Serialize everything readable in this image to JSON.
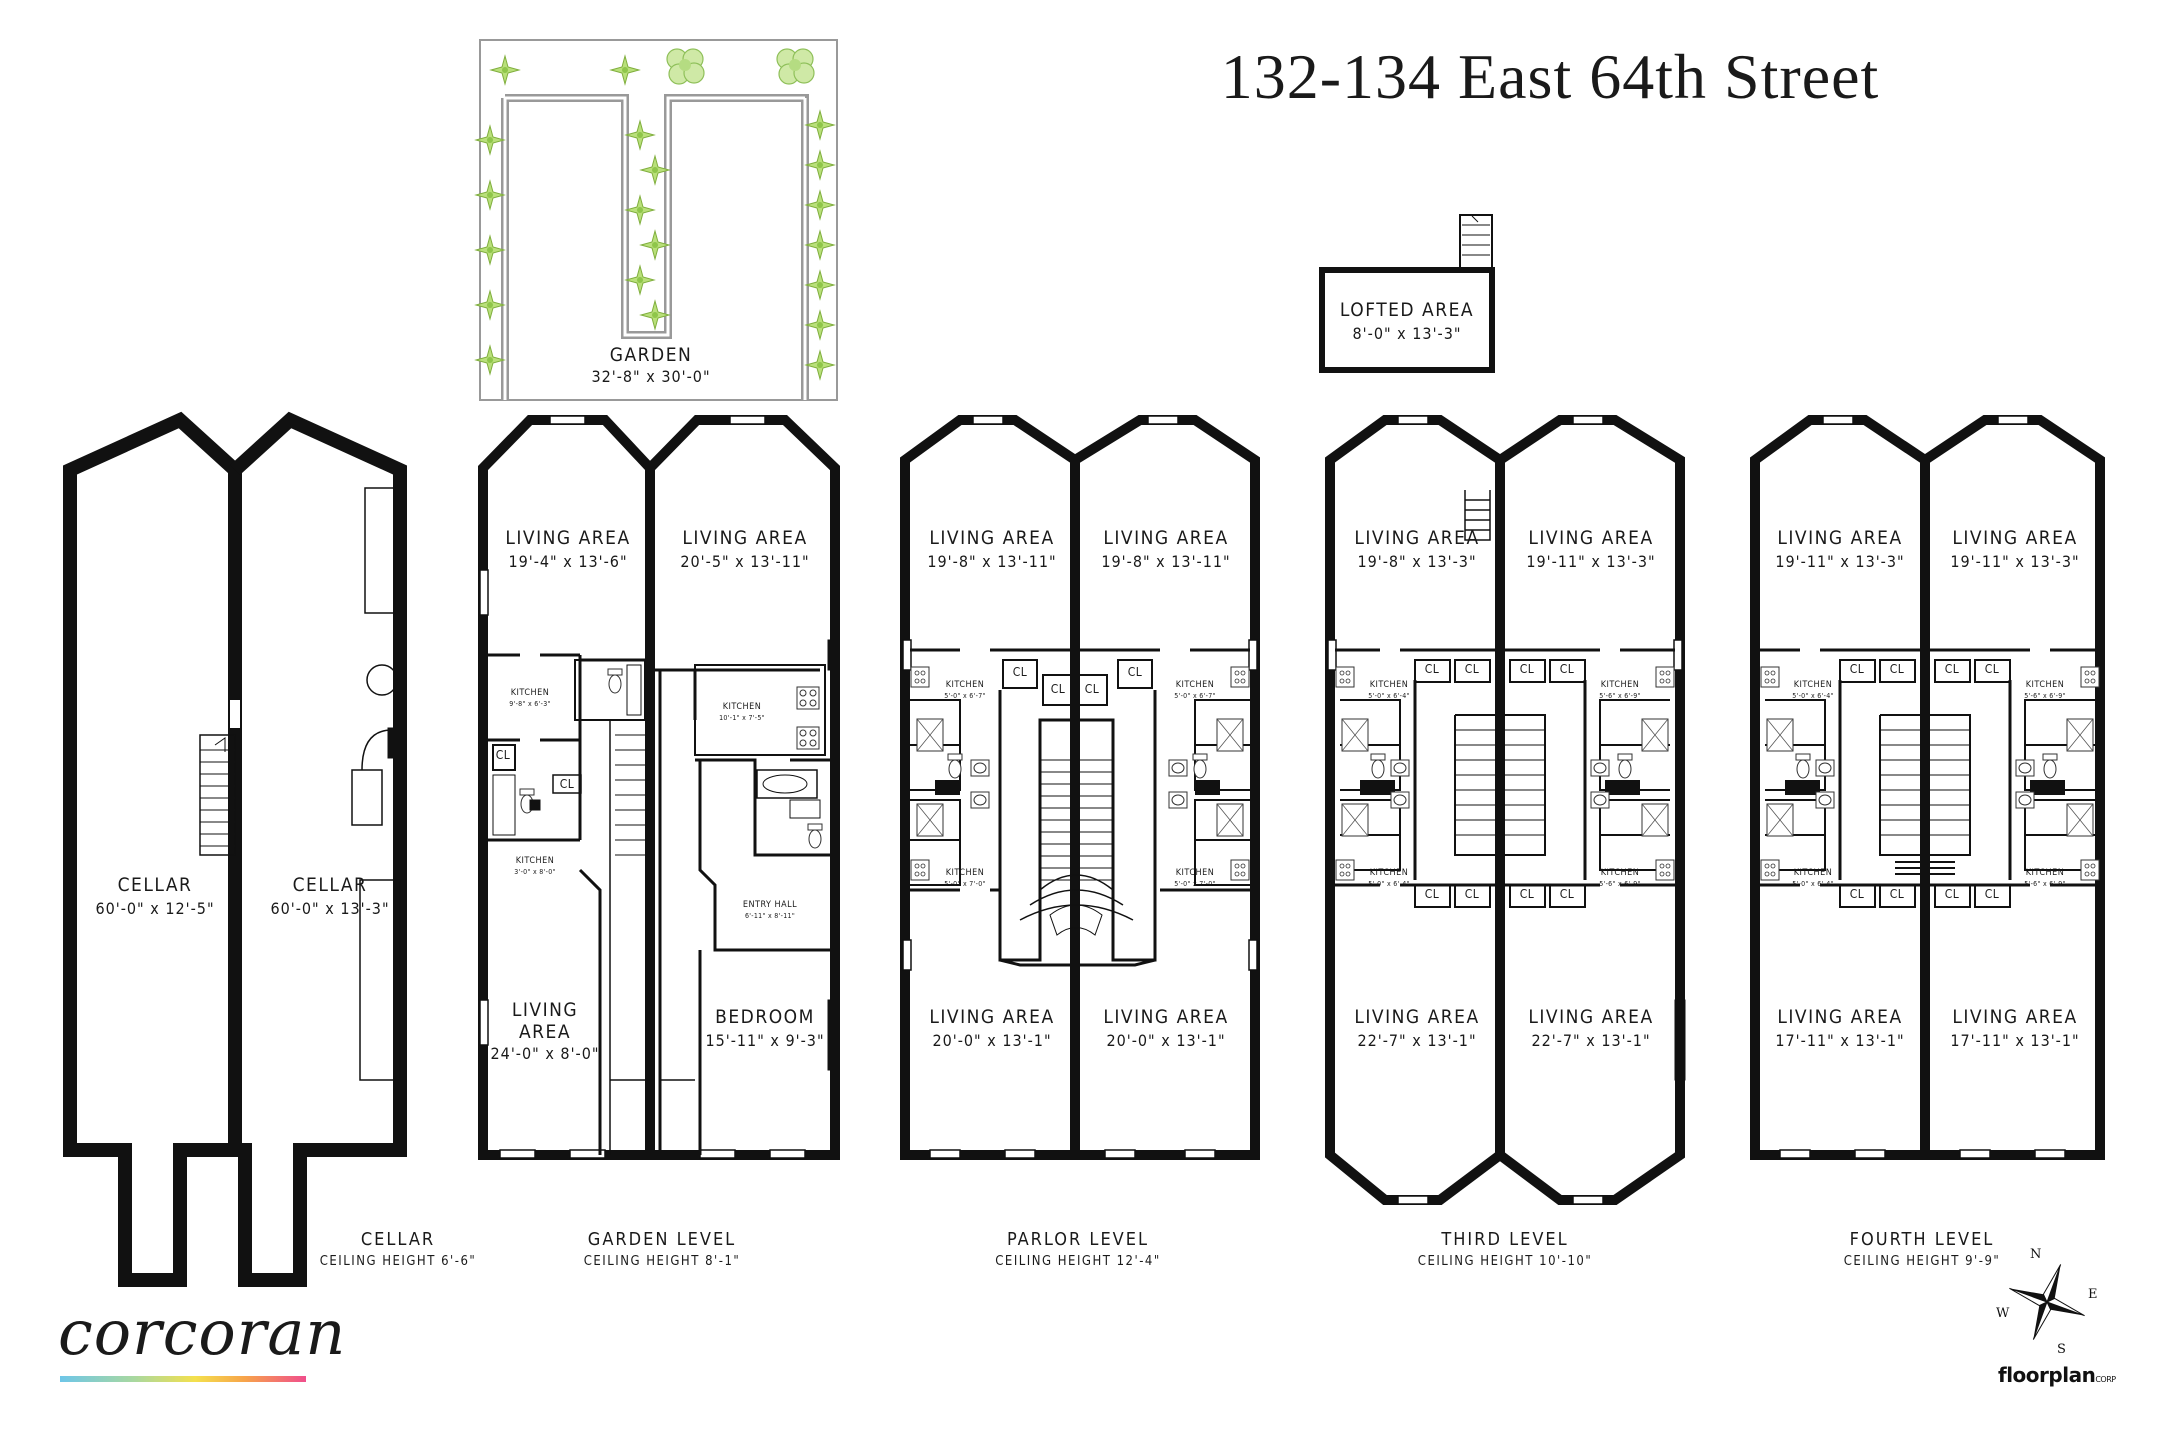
{
  "title": "132-134 East 64th Street",
  "brand": {
    "name": "corcoran",
    "floorplan": "floorplan",
    "floorplan_suffix": "CORP"
  },
  "compass": {
    "n": "N",
    "e": "E",
    "s": "S",
    "w": "W"
  },
  "common": {
    "cl": "CL",
    "kitchen": "KITCHEN",
    "living_area": "LIVING AREA"
  },
  "lofted": {
    "name": "LOFTED AREA",
    "dim": "8'-0\" x 13'-3\""
  },
  "cellar": {
    "rooms": [
      {
        "name": "CELLAR",
        "dim": "60'-0\" x 12'-5\""
      },
      {
        "name": "CELLAR",
        "dim": "60'-0\" x 13'-3\""
      }
    ],
    "level": "CELLAR",
    "ceiling": "CEILING HEIGHT 6'-6\""
  },
  "garden": {
    "garden_name": "GARDEN",
    "garden_dim": "32'-8\" x 30'-0\"",
    "living_left": {
      "name": "LIVING AREA",
      "dim": "19'-4\" x 13'-6\""
    },
    "living_right": {
      "name": "LIVING AREA",
      "dim": "20'-5\" x 13'-11\""
    },
    "kitchen_a": {
      "name": "KITCHEN",
      "dim": "9'-8\" x 6'-3\""
    },
    "kitchen_b": {
      "name": "KITCHEN",
      "dim": "10'-1\" x 7'-5\""
    },
    "kitchen_c": {
      "name": "KITCHEN",
      "dim": "3'-0\" x 8'-0\""
    },
    "living_small_1": "LIVING",
    "living_small_2": "AREA",
    "living_small_dim": "24'-0\" x 8'-0\"",
    "entry": {
      "name": "ENTRY HALL",
      "dim": "6'-11\" x 8'-11\""
    },
    "bedroom": {
      "name": "BEDROOM",
      "dim": "15'-11\" x 9'-3\""
    },
    "level": "GARDEN LEVEL",
    "ceiling": "CEILING HEIGHT 8'-1\""
  },
  "parlor": {
    "top": [
      {
        "name": "LIVING AREA",
        "dim": "19'-8\" x 13'-11\""
      },
      {
        "name": "LIVING AREA",
        "dim": "19'-8\" x 13'-11\""
      }
    ],
    "bottom": [
      {
        "name": "LIVING AREA",
        "dim": "20'-0\" x 13'-1\""
      },
      {
        "name": "LIVING AREA",
        "dim": "20'-0\" x 13'-1\""
      }
    ],
    "kitchens": [
      {
        "name": "KITCHEN",
        "dim": "5'-0\" x 6'-7\""
      },
      {
        "name": "KITCHEN",
        "dim": "5'-0\" x 6'-7\""
      },
      {
        "name": "KITCHEN",
        "dim": "5'-0\" x 7'-0\""
      },
      {
        "name": "KITCHEN",
        "dim": "5'-0\" x 7'-0\""
      }
    ],
    "level": "PARLOR LEVEL",
    "ceiling": "CEILING HEIGHT 12'-4\""
  },
  "third": {
    "top": [
      {
        "name": "LIVING AREA",
        "dim": "19'-8\" x 13'-3\""
      },
      {
        "name": "LIVING AREA",
        "dim": "19'-11\" x 13'-3\""
      }
    ],
    "bottom": [
      {
        "name": "LIVING AREA",
        "dim": "22'-7\" x 13'-1\""
      },
      {
        "name": "LIVING AREA",
        "dim": "22'-7\" x 13'-1\""
      }
    ],
    "kitchens": [
      {
        "name": "KITCHEN",
        "dim": "5'-0\" x 6'-4\""
      },
      {
        "name": "KITCHEN",
        "dim": "5'-6\" x 6'-9\""
      },
      {
        "name": "KITCHEN",
        "dim": "5'-0\" x 6'-4\""
      },
      {
        "name": "KITCHEN",
        "dim": "5'-6\" x 6'-9\""
      }
    ],
    "level": "THIRD LEVEL",
    "ceiling": "CEILING HEIGHT 10'-10\""
  },
  "fourth": {
    "top": [
      {
        "name": "LIVING AREA",
        "dim": "19'-11\" x 13'-3\""
      },
      {
        "name": "LIVING AREA",
        "dim": "19'-11\" x 13'-3\""
      }
    ],
    "bottom": [
      {
        "name": "LIVING AREA",
        "dim": "17'-11\" x 13'-1\""
      },
      {
        "name": "LIVING AREA",
        "dim": "17'-11\" x 13'-1\""
      }
    ],
    "kitchens": [
      {
        "name": "KITCHEN",
        "dim": "5'-0\" x 6'-4\""
      },
      {
        "name": "KITCHEN",
        "dim": "5'-6\" x 6'-9\""
      },
      {
        "name": "KITCHEN",
        "dim": "5'-0\" x 6'-4\""
      },
      {
        "name": "KITCHEN",
        "dim": "5'-6\" x 6'-9\""
      }
    ],
    "level": "FOURTH LEVEL",
    "ceiling": "CEILING HEIGHT 9'-9\""
  }
}
